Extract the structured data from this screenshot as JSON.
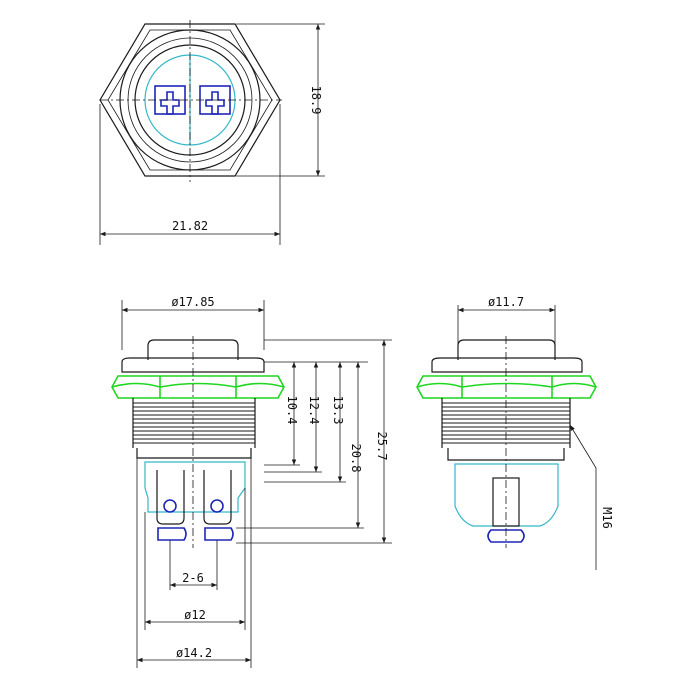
{
  "drawing": {
    "top_view": {
      "height_label": "18.9",
      "width_label": "21.82"
    },
    "front_view": {
      "bezel_diameter_label": "ø17.85",
      "dim_a_label": "10.4",
      "dim_b_label": "12.4",
      "dim_c_label": "13.3",
      "dim_d_label": "20.8",
      "dim_e_label": "25.7",
      "terminal_spacing_label": "2-6",
      "terminal_span_label": "ø12",
      "body_diameter_label": "ø14.2"
    },
    "side_view": {
      "button_diameter_label": "ø11.7",
      "thread_label": "M16"
    }
  },
  "colors": {
    "line": "#1a1a1a",
    "nut": "#1fd620",
    "insulator": "#34b7c9",
    "terminal": "#1e26b8"
  }
}
